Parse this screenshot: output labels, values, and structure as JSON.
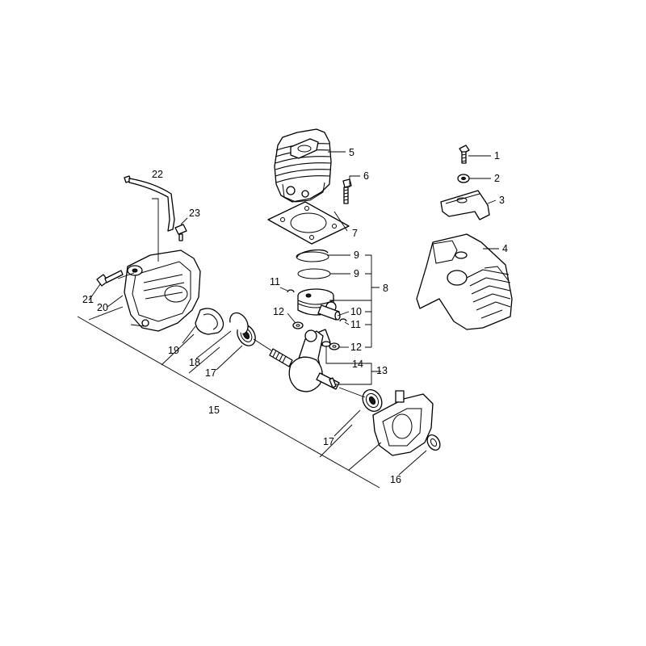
{
  "callouts": [
    {
      "id": "1",
      "label": "1"
    },
    {
      "id": "2",
      "label": "2"
    },
    {
      "id": "3",
      "label": "3"
    },
    {
      "id": "4",
      "label": "4"
    },
    {
      "id": "5",
      "label": "5"
    },
    {
      "id": "6",
      "label": "6"
    },
    {
      "id": "7",
      "label": "7"
    },
    {
      "id": "8",
      "label": "8"
    },
    {
      "id": "9a",
      "label": "9"
    },
    {
      "id": "9b",
      "label": "9"
    },
    {
      "id": "10",
      "label": "10"
    },
    {
      "id": "11a",
      "label": "11"
    },
    {
      "id": "11b",
      "label": "11"
    },
    {
      "id": "12a",
      "label": "12"
    },
    {
      "id": "12b",
      "label": "12"
    },
    {
      "id": "13",
      "label": "13"
    },
    {
      "id": "14",
      "label": "14"
    },
    {
      "id": "15",
      "label": "15"
    },
    {
      "id": "16",
      "label": "16"
    },
    {
      "id": "17a",
      "label": "17"
    },
    {
      "id": "17b",
      "label": "17"
    },
    {
      "id": "18",
      "label": "18"
    },
    {
      "id": "19",
      "label": "19"
    },
    {
      "id": "20",
      "label": "20"
    },
    {
      "id": "21",
      "label": "21"
    },
    {
      "id": "22",
      "label": "22"
    },
    {
      "id": "23",
      "label": "23"
    }
  ]
}
